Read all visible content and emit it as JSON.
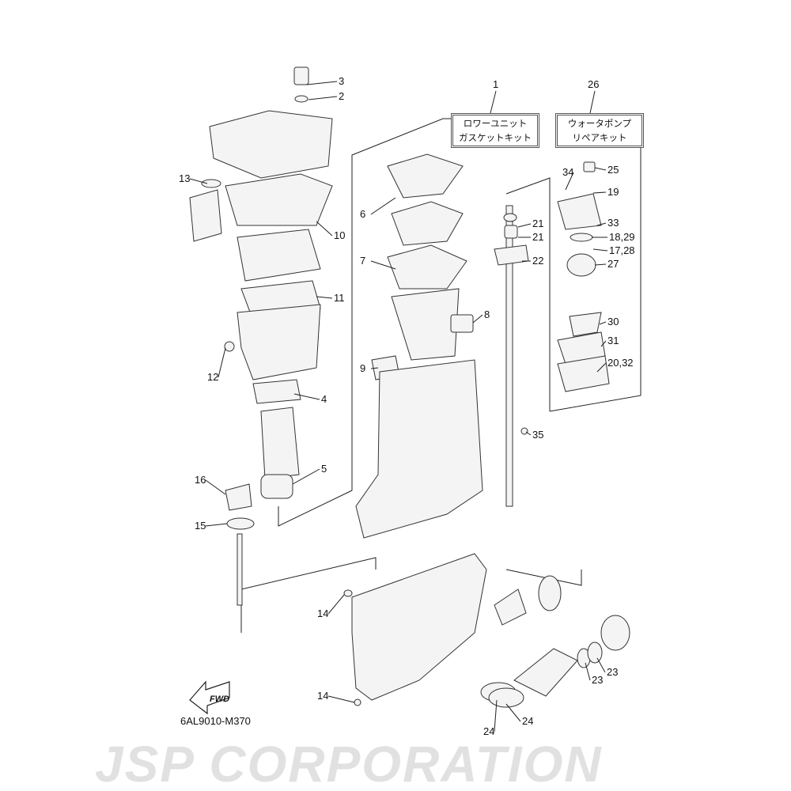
{
  "watermark": "JSP CORPORATION",
  "kits": [
    {
      "number": "1",
      "line1": "ロワーユニット",
      "line2": "ガスケットキット"
    },
    {
      "number": "26",
      "line1": "ウォータポンプ",
      "line2": "リペアキット"
    }
  ],
  "callouts": [
    "3",
    "2",
    "6",
    "13",
    "10",
    "25",
    "34",
    "19",
    "21",
    "21",
    "33",
    "18,29",
    "17,28",
    "22",
    "27",
    "7",
    "11",
    "8",
    "30",
    "31",
    "12",
    "9",
    "20,32",
    "4",
    "35",
    "5",
    "16",
    "15",
    "14",
    "14",
    "23",
    "23",
    "24",
    "24"
  ],
  "fwd_label": "FWD",
  "diagram_code": "6AL9010-M370"
}
